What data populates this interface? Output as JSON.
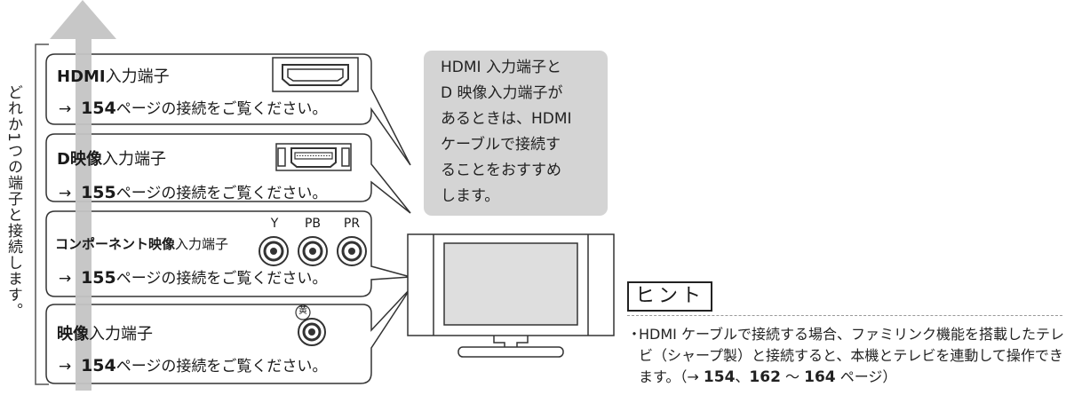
{
  "side_label": "どれか1つの端子と接続します。",
  "connectors": [
    {
      "title_bold": "HDMI",
      "title_rest": "入力端子",
      "arrow": "→",
      "page": "154",
      "suffix": "ページの接続をご覧ください。"
    },
    {
      "title_bold": "D映像",
      "title_rest": "入力端子",
      "arrow": "→",
      "page": "155",
      "suffix": "ページの接続をご覧ください。"
    },
    {
      "title_bold": "コンポーネント映像",
      "title_rest": "入力端子",
      "arrow": "→",
      "page": "155",
      "suffix": "ページの接続をご覧ください。"
    },
    {
      "title_bold": "映像",
      "title_rest": "入力端子",
      "arrow": "→",
      "page": "154",
      "suffix": "ページの接続をご覧ください。"
    }
  ],
  "component_labels": {
    "y": "Y",
    "pb": "PB",
    "pr": "PR"
  },
  "composite_label": "黄",
  "tip": {
    "lines": [
      "HDMI 入力端子と",
      "D 映像入力端子が",
      "あるときは、HDMI",
      "ケーブルで接続す",
      "ることをおすすめ",
      "します。"
    ]
  },
  "hint": {
    "badge": "ヒント",
    "bullet": "・",
    "text_1": "HDMI ケーブルで接続する場合、ファミリンク機能を搭載したテレビ（シャープ製）と接続すると、本機とテレビを連動して操作できます。（→ ",
    "ref_1": "154",
    "sep_1": "、",
    "ref_2": "162",
    "sep_2": " ～ ",
    "ref_3": "164",
    "text_2": " ページ）"
  },
  "colors": {
    "arrow": "#c4c4c4",
    "tip_bg": "#d4d4d4",
    "outline": "#333333"
  }
}
